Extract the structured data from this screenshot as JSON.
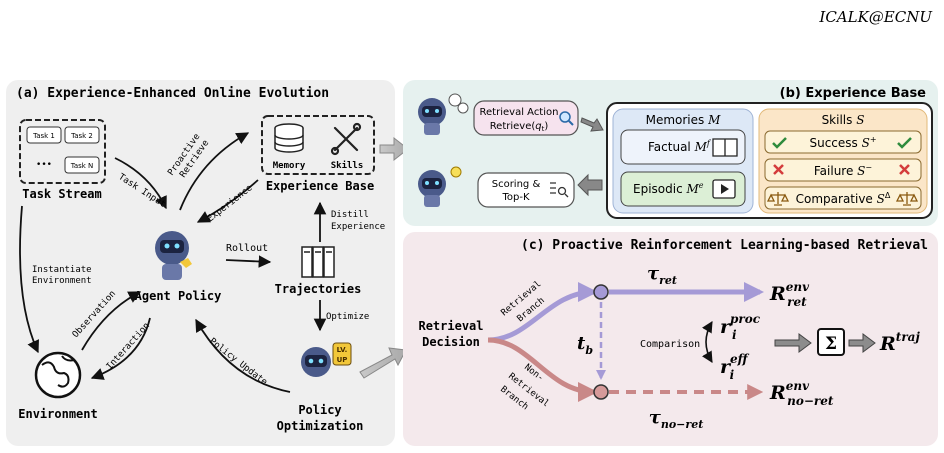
{
  "header": {
    "affiliation": "ICALK@ECNU"
  },
  "panel_a": {
    "title": "(a) Experience-Enhanced Online Evolution",
    "task_stream": {
      "label": "Task Stream",
      "tasks": [
        "Task 1",
        "Task 2",
        "•••",
        "Task N"
      ]
    },
    "experience_base": {
      "label": "Experience Base",
      "memory": "Memory",
      "skills": "Skills"
    },
    "agent_policy": "Agent Policy",
    "trajectories": "Trajectories",
    "environment": "Environment",
    "policy_optimization": [
      "Policy",
      "Optimization"
    ],
    "edges": {
      "task_input": "Task Input",
      "proactive_retrieve": [
        "Proactive",
        "Retrieve"
      ],
      "experience": "Experience",
      "rollout": "Rollout",
      "distill": [
        "Distill",
        "Experience"
      ],
      "optimize": "Optimize",
      "instantiate": [
        "Instantiate",
        "Environment"
      ],
      "observation": "Observation",
      "interaction": "Interaction",
      "policy_update": "Policy Update"
    },
    "badge_lv": "LV.",
    "badge_up": "UP"
  },
  "panel_b": {
    "title": "(b) Experience Base",
    "retrieval_action": [
      "Retrieval Action",
      "Retrieve(",
      "q",
      "t",
      ")"
    ],
    "scoring": [
      "Scoring &",
      "Top-K"
    ],
    "memories": {
      "title": "Memories ",
      "title_sym": "M",
      "factual": "Factual ",
      "episodic": "Episodic "
    },
    "skills": {
      "title": "Skills ",
      "title_sym": "S",
      "success": "Success ",
      "failure": "Failure ",
      "comparative": "Comparative "
    }
  },
  "panel_c": {
    "title": "(c) Proactive Reinforcement Learning-based Retrieval",
    "retrieval_decision": [
      "Retrieval",
      "Decision"
    ],
    "retrieval_branch": [
      "Retrieval",
      "Branch"
    ],
    "non_retrieval_branch": [
      "Non-",
      "Retrieval",
      "Branch"
    ],
    "comparison": "Comparison",
    "sigma": "Σ"
  },
  "colors": {
    "panel_a_bg": "#efefef",
    "panel_b_bg": "#e6f1ef",
    "panel_c_bg": "#f4e9ec",
    "retrieval_purple": "#a59ad6",
    "nonretrieval_red": "#c98888",
    "memory_blue": "#dde8f6",
    "skill_orange": "#fbe6c8"
  }
}
